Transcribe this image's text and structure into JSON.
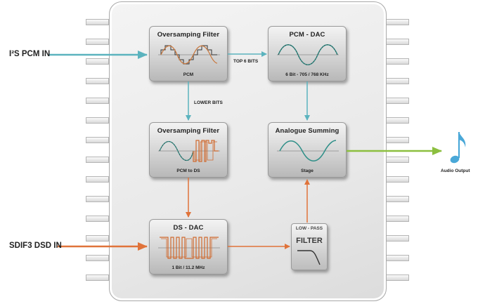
{
  "inputs": {
    "i2s": "I²S PCM IN",
    "sdif": "SDIF3 DSD IN"
  },
  "blocks": {
    "oversampling_top": {
      "title": "Oversamping Filter",
      "sub": "PCM"
    },
    "pcm_dac": {
      "title": "PCM - DAC",
      "sub": "6 Bit - 705 / 768 KHz"
    },
    "oversampling_mid": {
      "title": "Oversamping Filter",
      "sub": "PCM to DS"
    },
    "analogue_summing": {
      "title": "Analogue Summing",
      "sub": "Stage"
    },
    "ds_dac": {
      "title": "DS - DAC",
      "sub": "1 Bit / 11.2 MHz"
    }
  },
  "filter": {
    "top": "LOW - PASS",
    "main": "FILTER"
  },
  "connections": {
    "top_bits": "TOP 6 BITS",
    "lower_bits": "LOWER BITS"
  },
  "output": {
    "label": "Audio Output",
    "icon": "music-note-icon"
  },
  "colors": {
    "pcm_path": "#5bb3be",
    "dsd_path": "#e0733a",
    "output_path": "#8cbf3f",
    "note": "#4aa8d8"
  }
}
